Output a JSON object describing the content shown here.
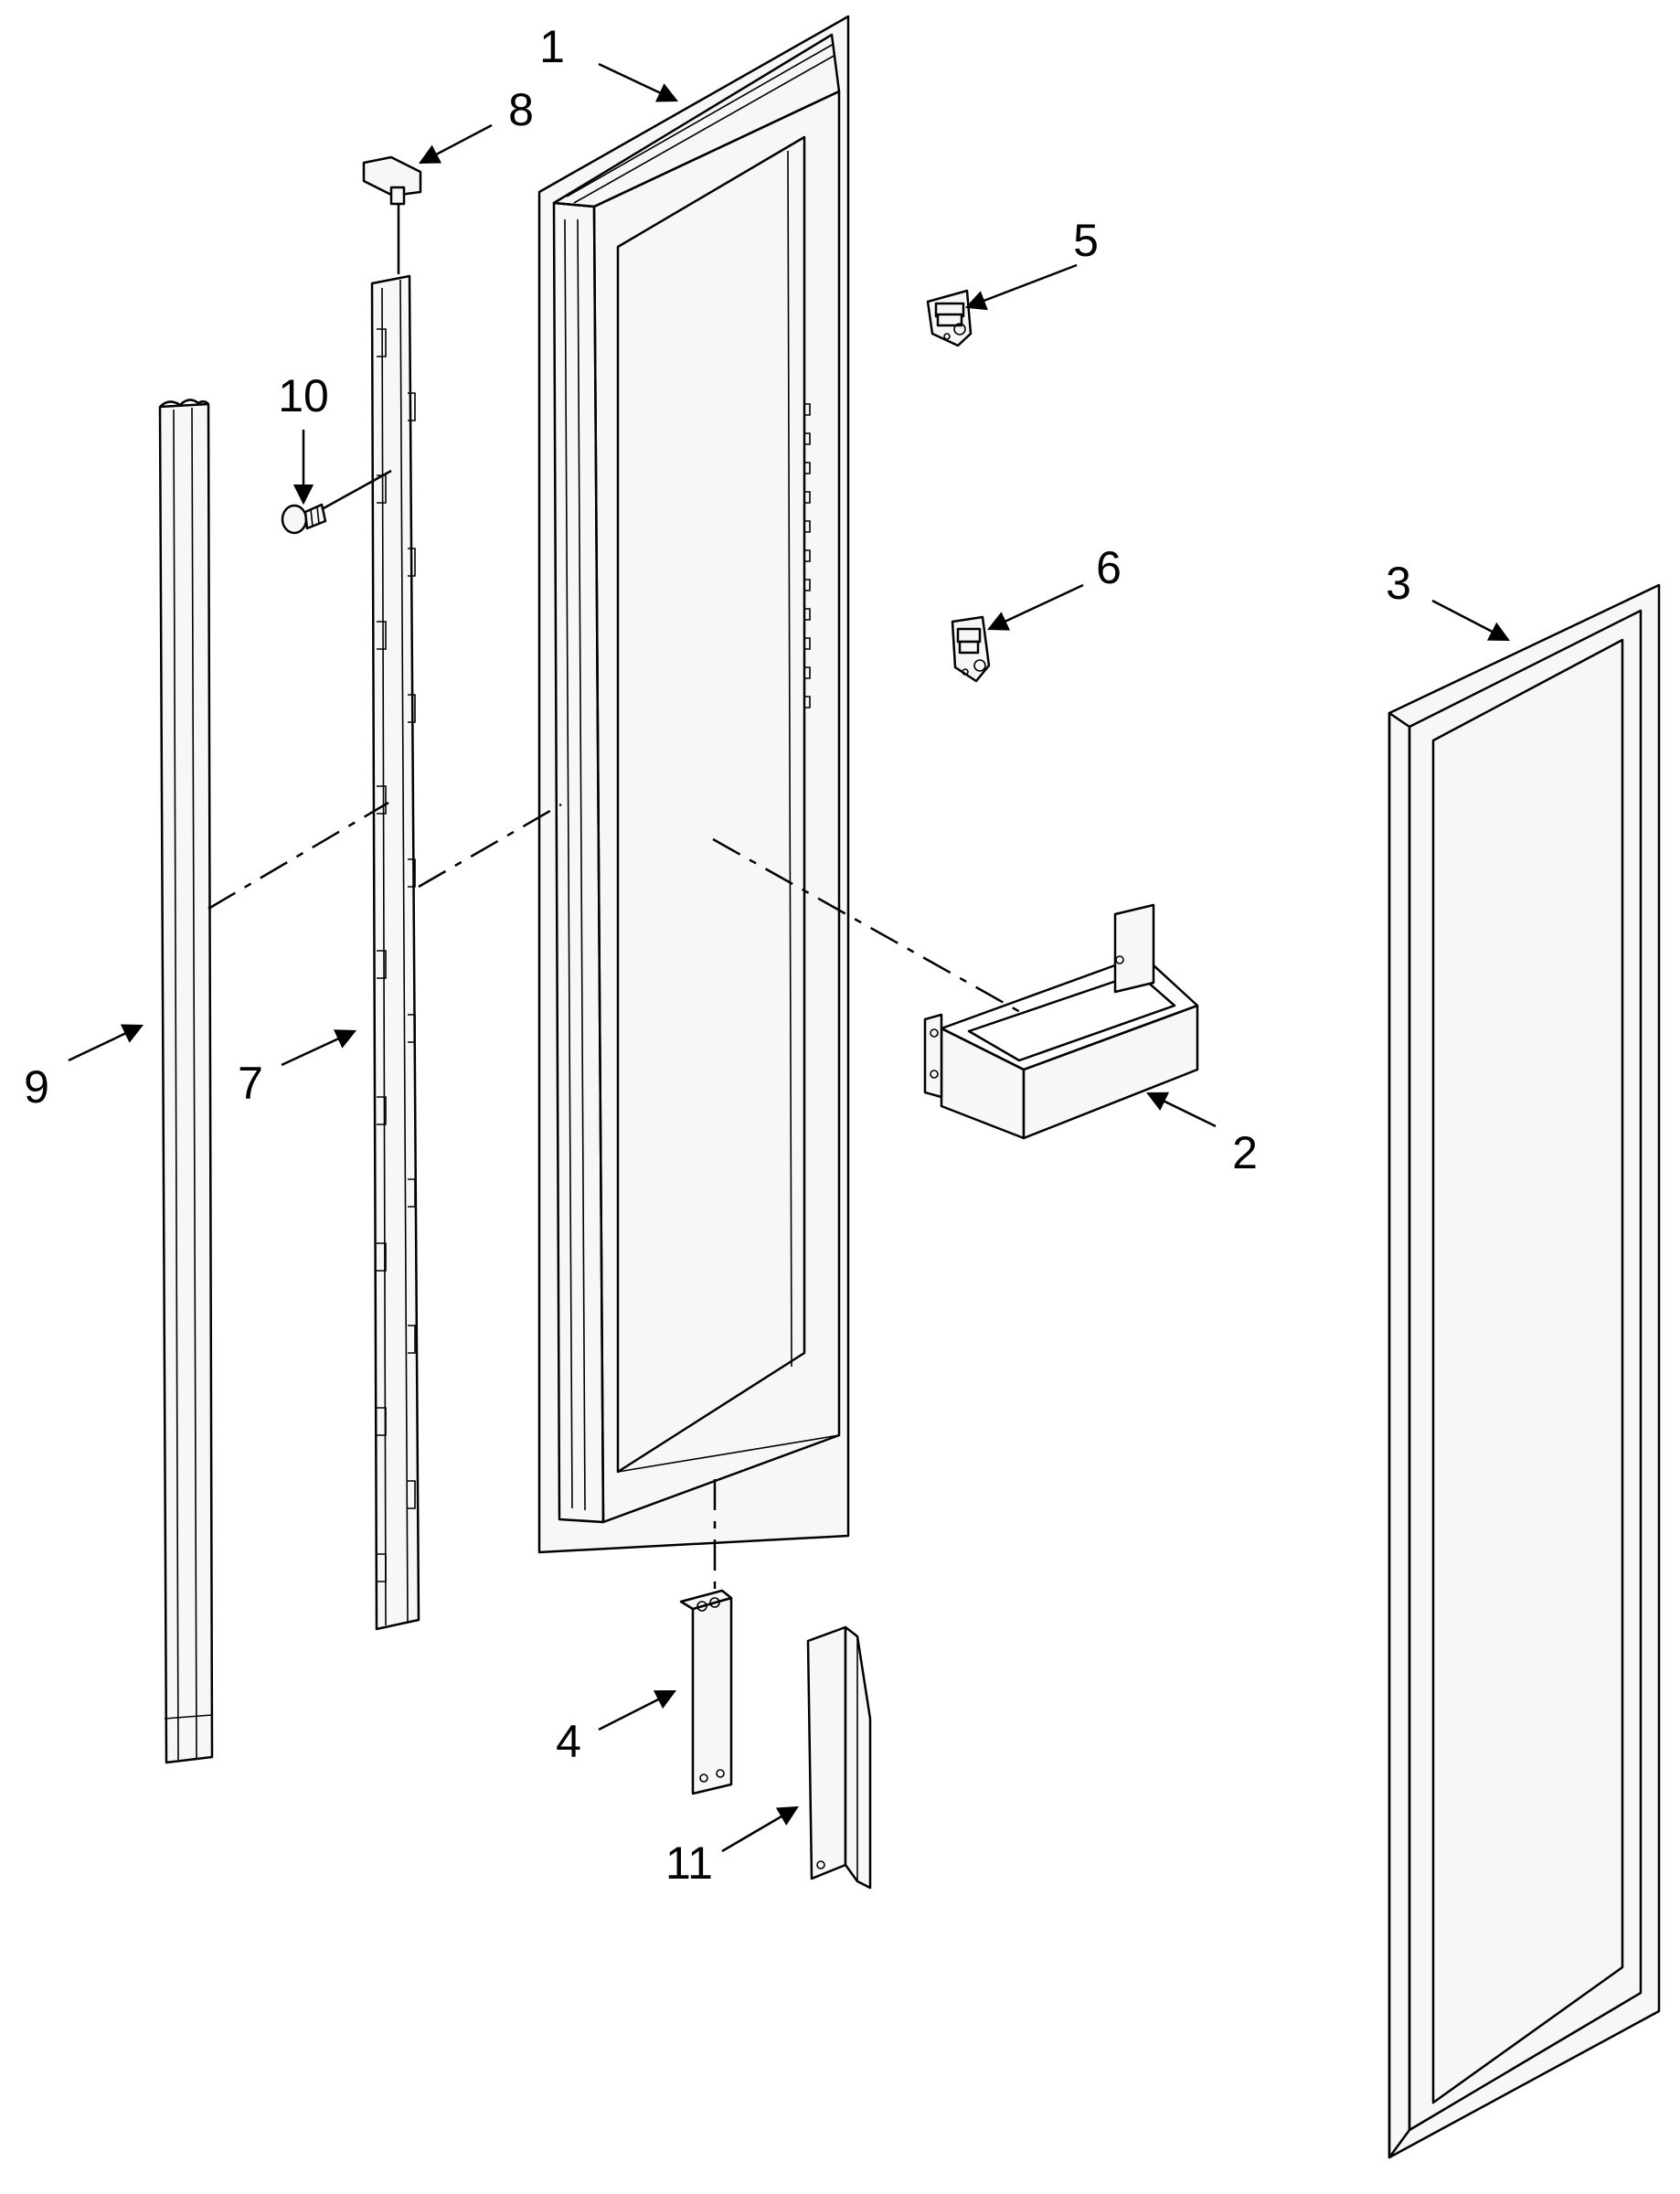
{
  "diagram": {
    "callouts": {
      "c1": "1",
      "c2": "2",
      "c3": "3",
      "c4": "4",
      "c5": "5",
      "c6": "6",
      "c7": "7",
      "c8": "8",
      "c9": "9",
      "c10": "10",
      "c11": "11"
    },
    "stroke_color": "#000000",
    "background_color": "#ffffff"
  }
}
